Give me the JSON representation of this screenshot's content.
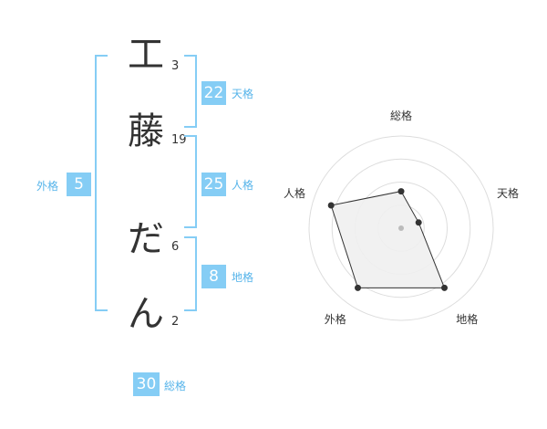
{
  "name": {
    "characters": [
      {
        "char": "工",
        "strokes": "3"
      },
      {
        "char": "藤",
        "strokes": "19"
      },
      {
        "char": "だ",
        "strokes": "6"
      },
      {
        "char": "ん",
        "strokes": "2"
      }
    ]
  },
  "fortune": {
    "tenkaku": {
      "value": "22",
      "label": "天格"
    },
    "jinkaku": {
      "value": "25",
      "label": "人格"
    },
    "chikaku": {
      "value": "8",
      "label": "地格"
    },
    "gaikaku": {
      "value": "5",
      "label": "外格"
    },
    "soukaku": {
      "value": "30",
      "label": "総格"
    }
  },
  "chart_data": {
    "type": "radar",
    "axes": [
      "総格",
      "天格",
      "地格",
      "外格",
      "人格"
    ],
    "values": [
      2,
      1,
      4,
      4,
      4
    ],
    "range": [
      0,
      5
    ],
    "rings": 4,
    "colors": {
      "ring": "#dddddd",
      "fill": "#efefef",
      "line": "#333333",
      "center": "#bbbbbb"
    }
  },
  "colors": {
    "accent": "#85cdf5",
    "accent_text": "#56b4ea"
  }
}
